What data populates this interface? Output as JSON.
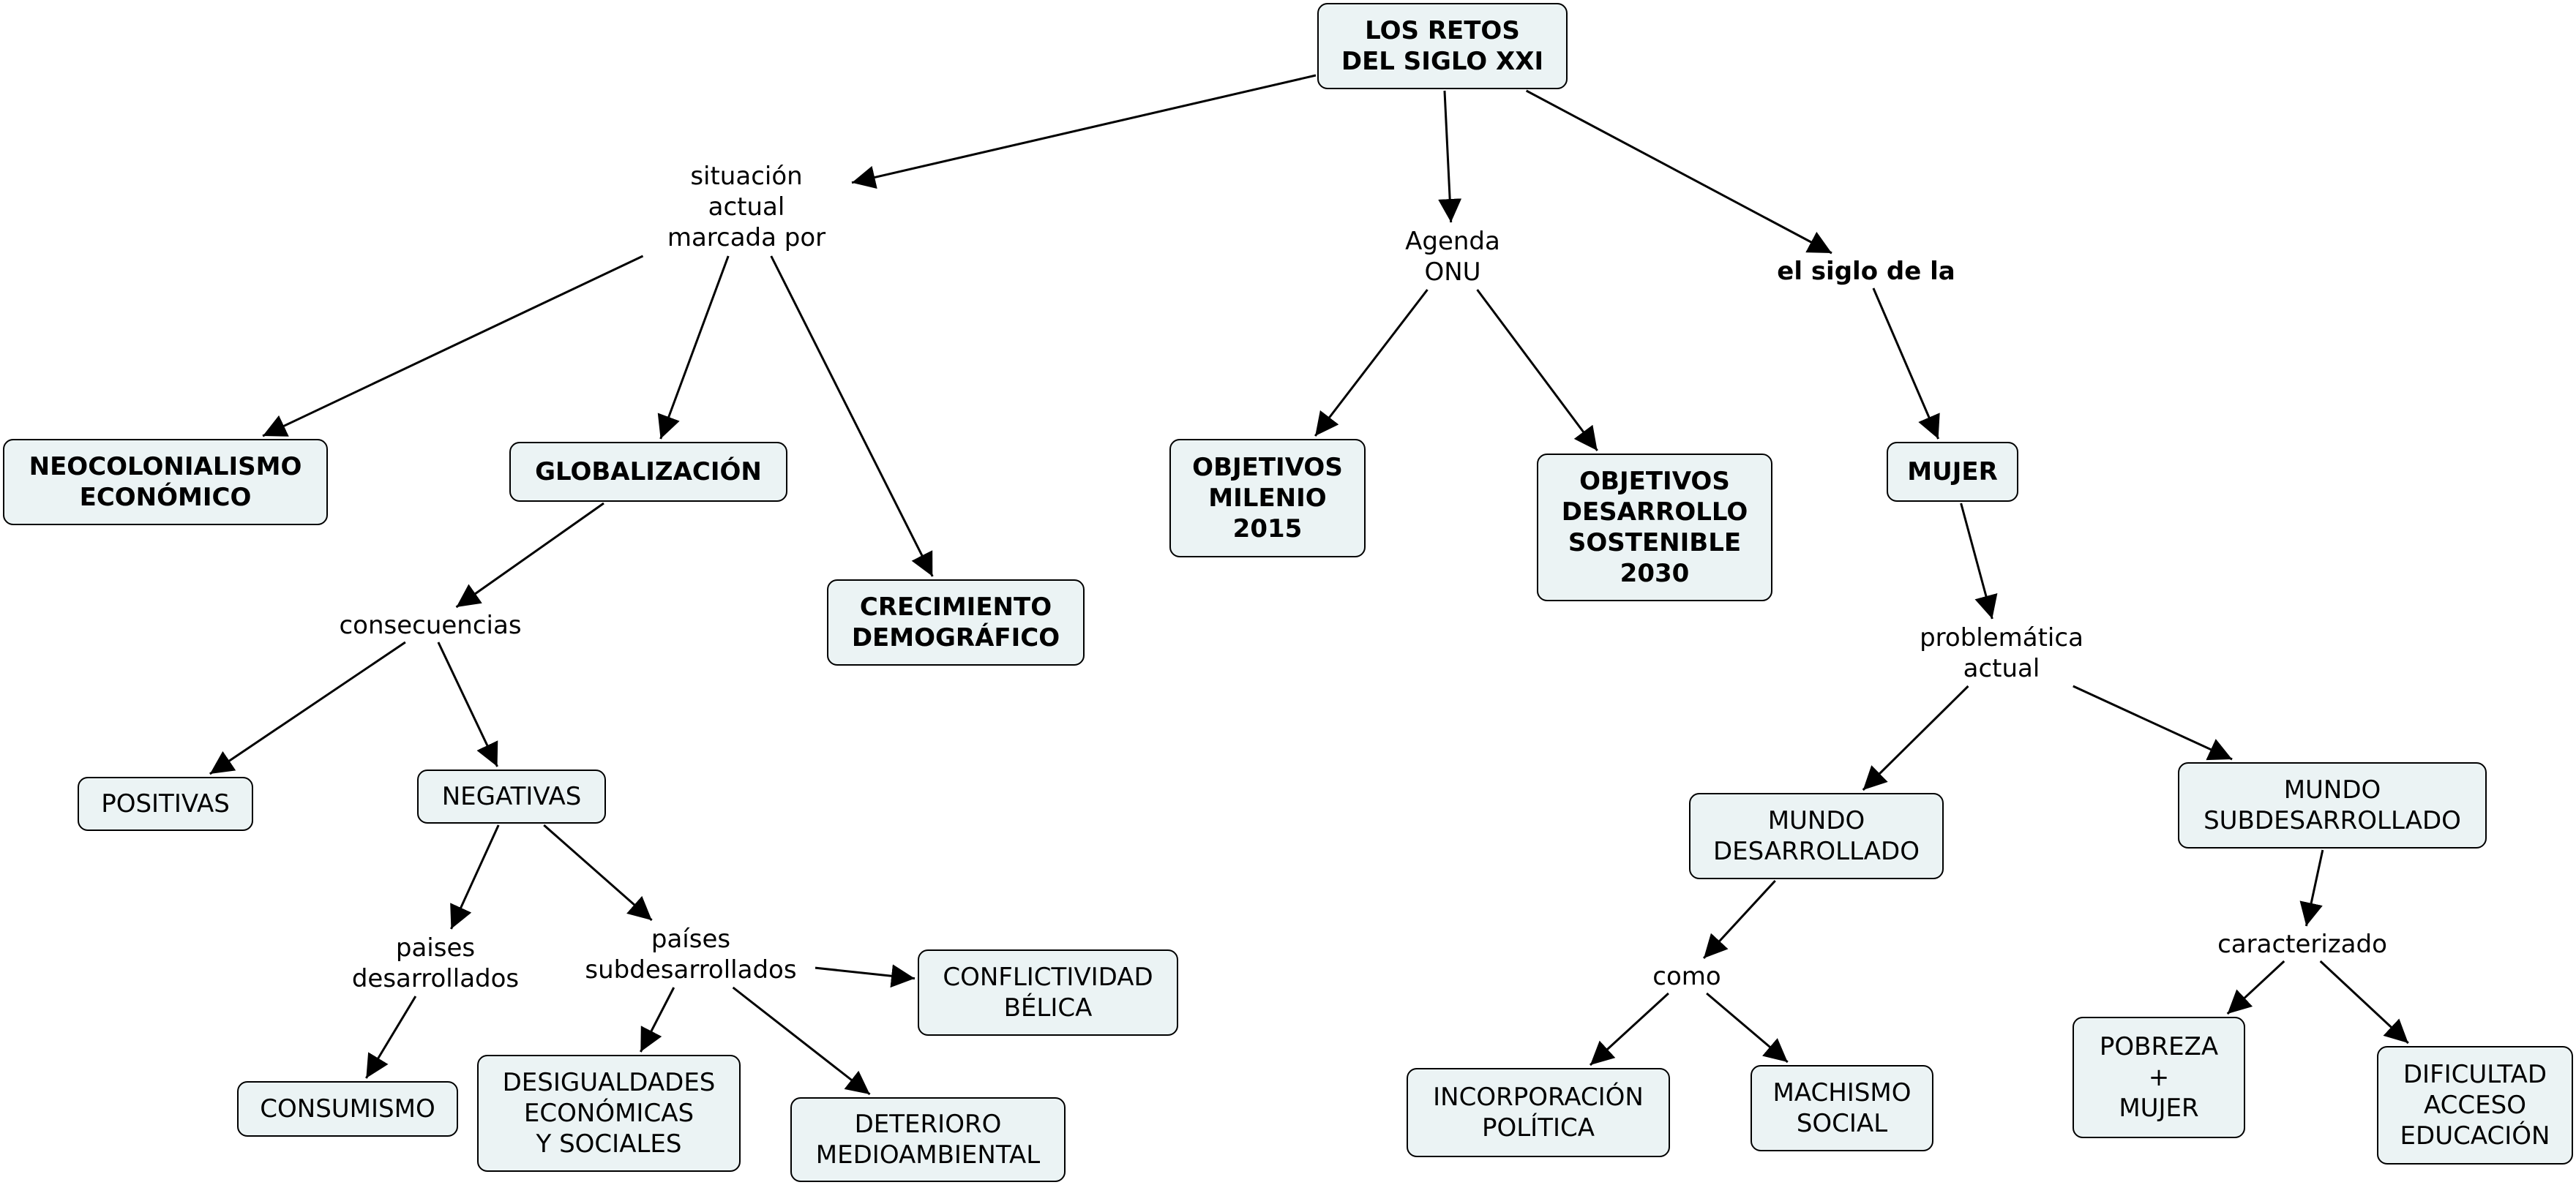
{
  "nodes": {
    "root": "LOS RETOS\nDEL SIGLO XXI",
    "situacion": "situación\nactual\nmarcada por",
    "agenda": "Agenda\nONU",
    "siglo": "el siglo de la",
    "neocolonialismo": "NEOCOLONIALISMO\nECONÓMICO",
    "globalizacion": "GLOBALIZACIÓN",
    "crecimiento": "CRECIMIENTO\nDEMOGRÁFICO",
    "milenio": "OBJETIVOS\nMILENIO\n2015",
    "sostenible": "OBJETIVOS\nDESARROLLO\nSOSTENIBLE\n2030",
    "mujer": "MUJER",
    "consecuencias": "consecuencias",
    "positivas": "POSITIVAS",
    "negativas": "NEGATIVAS",
    "paises_desarrollados": "paises\ndesarrollados",
    "paises_subdesarrollados": "países\nsubdesarrollados",
    "consumismo": "CONSUMISMO",
    "desigualdades": "DESIGUALDADES\nECONÓMICAS\nY SOCIALES",
    "deterioro": "DETERIORO\nMEDIOAMBIENTAL",
    "conflictividad": "CONFLICTIVIDAD\nBÉLICA",
    "problematica": "problemática\nactual",
    "mundo_desarrollado": "MUNDO\nDESARROLLADO",
    "mundo_subdesarrollado": "MUNDO\nSUBDESARROLLADO",
    "como": "como",
    "caracterizado": "caracterizado",
    "incorporacion": "INCORPORACIÓN\nPOLÍTICA",
    "machismo": "MACHISMO\nSOCIAL",
    "pobreza": "POBREZA\n+\nMUJER",
    "dificultad": "DIFICULTAD\nACCESO\nEDUCACIÓN"
  },
  "edges": [
    [
      "root",
      "situacion"
    ],
    [
      "root",
      "agenda"
    ],
    [
      "root",
      "siglo"
    ],
    [
      "situacion",
      "neocolonialismo"
    ],
    [
      "situacion",
      "globalizacion"
    ],
    [
      "situacion",
      "crecimiento"
    ],
    [
      "agenda",
      "milenio"
    ],
    [
      "agenda",
      "sostenible"
    ],
    [
      "siglo",
      "mujer"
    ],
    [
      "globalizacion",
      "consecuencias"
    ],
    [
      "consecuencias",
      "positivas"
    ],
    [
      "consecuencias",
      "negativas"
    ],
    [
      "negativas",
      "paises_desarrollados"
    ],
    [
      "negativas",
      "paises_subdesarrollados"
    ],
    [
      "paises_desarrollados",
      "consumismo"
    ],
    [
      "paises_subdesarrollados",
      "desigualdades"
    ],
    [
      "paises_subdesarrollados",
      "deterioro"
    ],
    [
      "paises_subdesarrollados",
      "conflictividad"
    ],
    [
      "mujer",
      "problematica"
    ],
    [
      "problematica",
      "mundo_desarrollado"
    ],
    [
      "problematica",
      "mundo_subdesarrollado"
    ],
    [
      "mundo_desarrollado",
      "como"
    ],
    [
      "como",
      "incorporacion"
    ],
    [
      "como",
      "machismo"
    ],
    [
      "mundo_subdesarrollado",
      "caracterizado"
    ],
    [
      "caracterizado",
      "pobreza"
    ],
    [
      "caracterizado",
      "dificultad"
    ]
  ]
}
